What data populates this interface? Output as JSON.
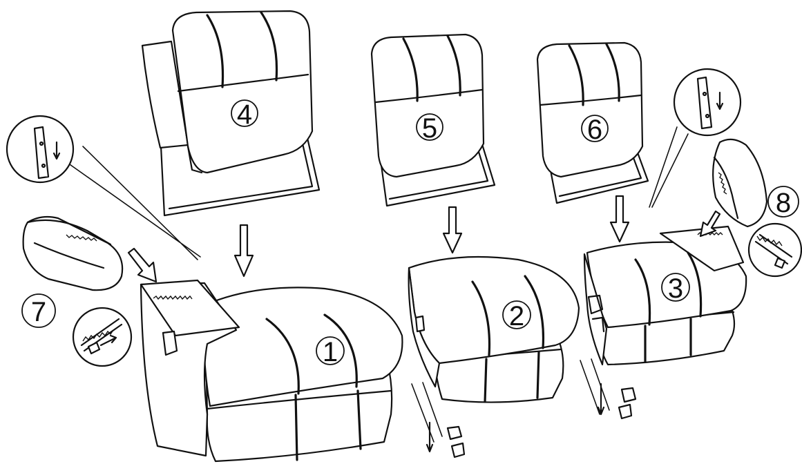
{
  "callouts": {
    "c1": "1",
    "c2": "2",
    "c3": "3",
    "c4": "4",
    "c5": "5",
    "c6": "6",
    "c7": "7",
    "c8": "8"
  },
  "icons": {
    "arrow": "down-arrow-icon",
    "zipper": "zipper-icon",
    "latch": "latch-bracket-icon",
    "clip": "clip-hardware-icon"
  },
  "colors": {
    "line": "#111111",
    "background": "#ffffff"
  }
}
